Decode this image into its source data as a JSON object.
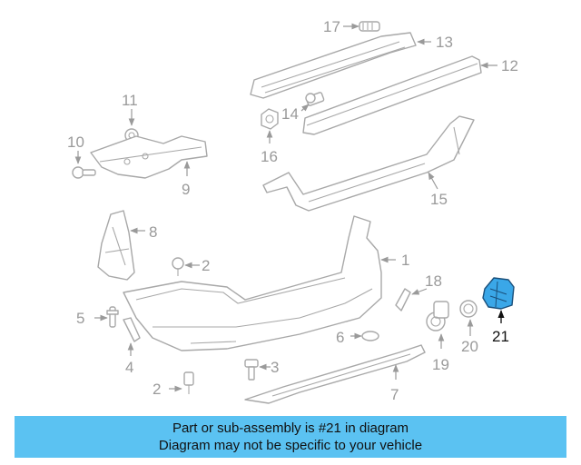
{
  "callouts": {
    "c1": "1",
    "c2a": "2",
    "c2b": "2",
    "c3": "3",
    "c4": "4",
    "c5": "5",
    "c6": "6",
    "c7": "7",
    "c8": "8",
    "c9": "9",
    "c10": "10",
    "c11": "11",
    "c12": "12",
    "c13": "13",
    "c14": "14",
    "c15": "15",
    "c16": "16",
    "c17": "17",
    "c18": "18",
    "c19": "19",
    "c20": "20",
    "c21": "21"
  },
  "highlighted_part": "21",
  "colors": {
    "highlight": "#3aa7e8",
    "banner": "#5bc2f2",
    "linework": "#a8a8a8"
  },
  "banner": {
    "line1": "Part or sub-assembly is #21 in diagram",
    "line2": "Diagram may not be specific to your vehicle"
  }
}
